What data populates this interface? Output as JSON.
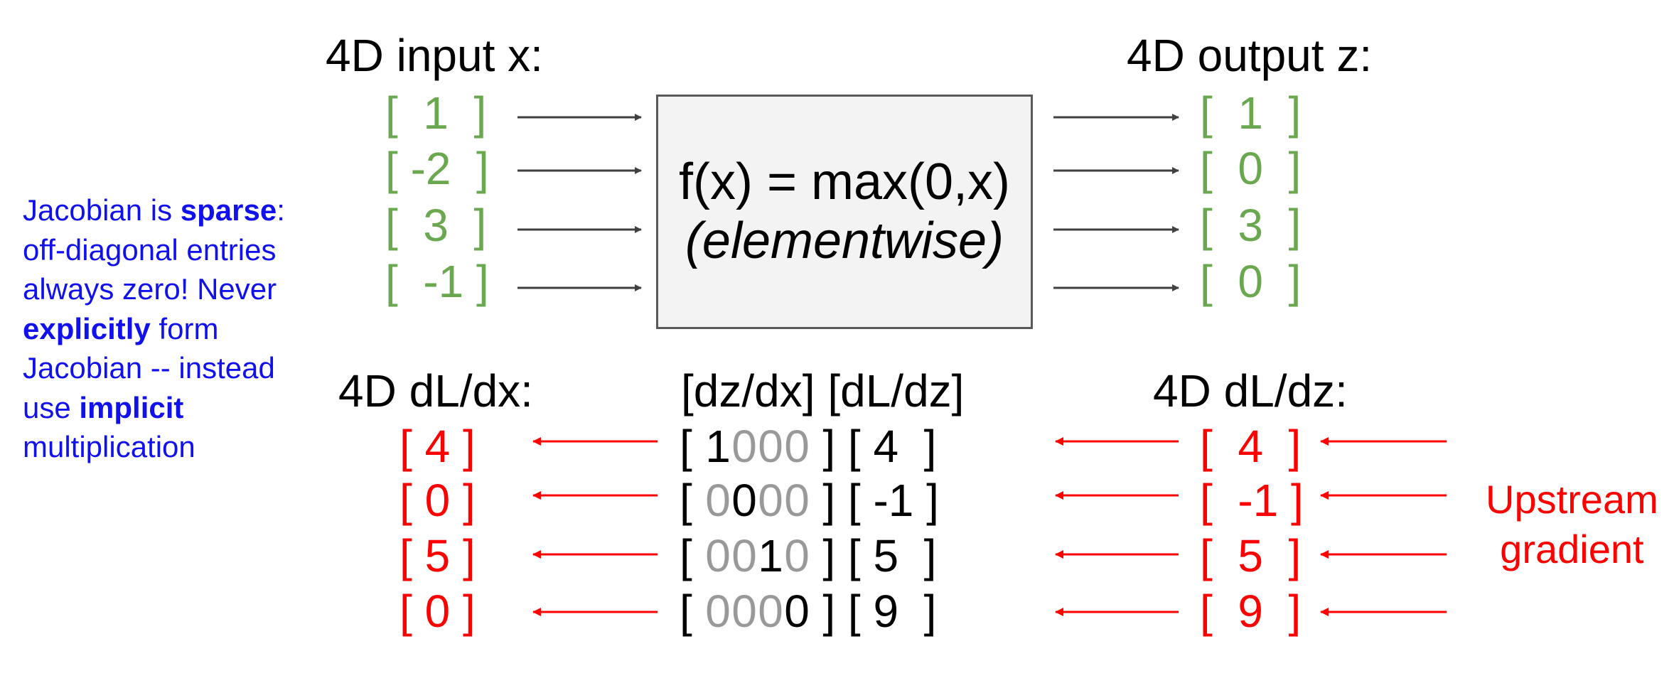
{
  "forward": {
    "input_label": "4D input x:",
    "output_label": "4D output z:",
    "input_rows": [
      "[  1  ]",
      "[ -2  ]",
      "[  3  ]",
      "[  -1 ]"
    ],
    "output_rows": [
      "[  1  ]",
      "[  0  ]",
      "[  3  ]",
      "[  0  ]"
    ],
    "function_line1": "f(x) = max(0,x)",
    "function_line2": "(elementwise)"
  },
  "note": {
    "t1": "Jacobian is ",
    "b1": "sparse",
    "t2": ": off-diagonal entries always zero! Never ",
    "b2": "explicitly",
    "t3": " form Jacobian -- instead use ",
    "b3": "implicit",
    "t4": " multiplication"
  },
  "backward": {
    "dx_label": "4D dL/dx:",
    "product_label": "[dz/dx] [dL/dz]",
    "dz_label": "4D dL/dz:",
    "dx_rows": [
      "[ 4 ]",
      "[ 0 ]",
      "[ 5 ]",
      "[ 0 ]"
    ],
    "dz_rows": [
      "[  4  ]",
      "[  -1 ]",
      "[  5  ]",
      "[  9  ]"
    ],
    "jacobian": [
      [
        "1",
        "0",
        "0",
        "0"
      ],
      [
        "0",
        "0",
        "0",
        "0"
      ],
      [
        "0",
        "0",
        "1",
        "0"
      ],
      [
        "0",
        "0",
        "0",
        "0"
      ]
    ],
    "dLdz_col": [
      "[ 4  ]",
      "[ -1 ]",
      "[ 5  ]",
      "[ 9  ]"
    ],
    "upstream_line1": "Upstream",
    "upstream_line2": "gradient"
  },
  "colors": {
    "input_output": "#6aa84f",
    "gradient": "#ff0000",
    "note": "#1111ee",
    "off_diagonal": "#999999",
    "forward_arrow": "#404040",
    "box_fill": "#f3f3f3"
  }
}
